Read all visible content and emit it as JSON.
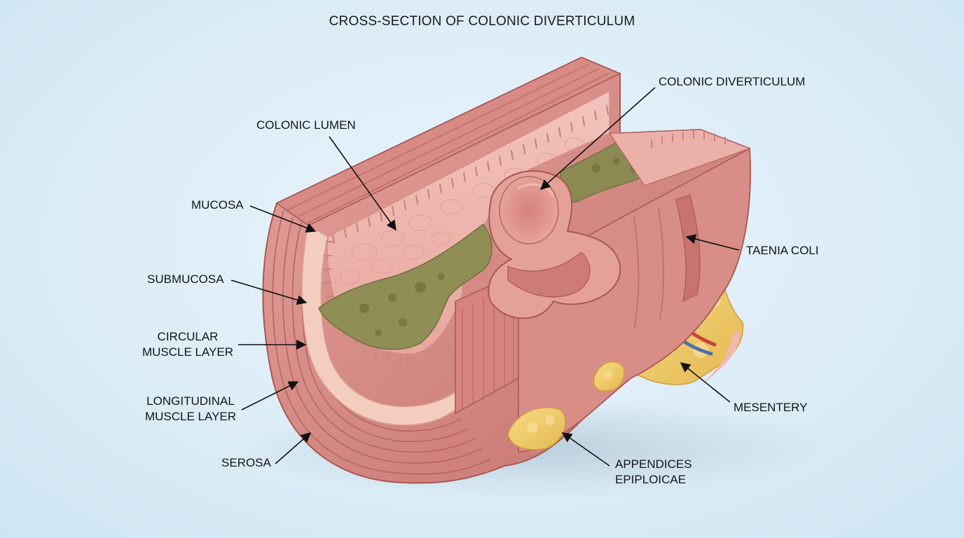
{
  "title": "CROSS-SECTION OF COLONIC DIVERTICULUM",
  "labels": {
    "colonic_lumen": "COLONIC LUMEN",
    "mucosa": "MUCOSA",
    "submucosa": "SUBMUCOSA",
    "circular_muscle": [
      "CIRCULAR",
      "MUSCLE LAYER"
    ],
    "longitudinal_muscle": [
      "LONGITUDINAL",
      "MUSCLE LAYER"
    ],
    "serosa": "SEROSA",
    "colonic_diverticulum": "COLONIC DIVERTICULUM",
    "taenia_coli": "TAENIA COLI",
    "mesentery": "MESENTERY",
    "appendices_epiploicae": [
      "APPENDICES",
      "EPIPLOICAE"
    ]
  },
  "colors": {
    "background": "#dcedf7",
    "outer_wall": "#d98a86",
    "muscle": "#c96f6b",
    "submucosa": "#f3cdbf",
    "mucosa": "#f0b3ad",
    "fecal_content": "#8f8e55",
    "fat": "#f1cd66",
    "artery": "#c94040",
    "vein": "#4f6fb0"
  }
}
